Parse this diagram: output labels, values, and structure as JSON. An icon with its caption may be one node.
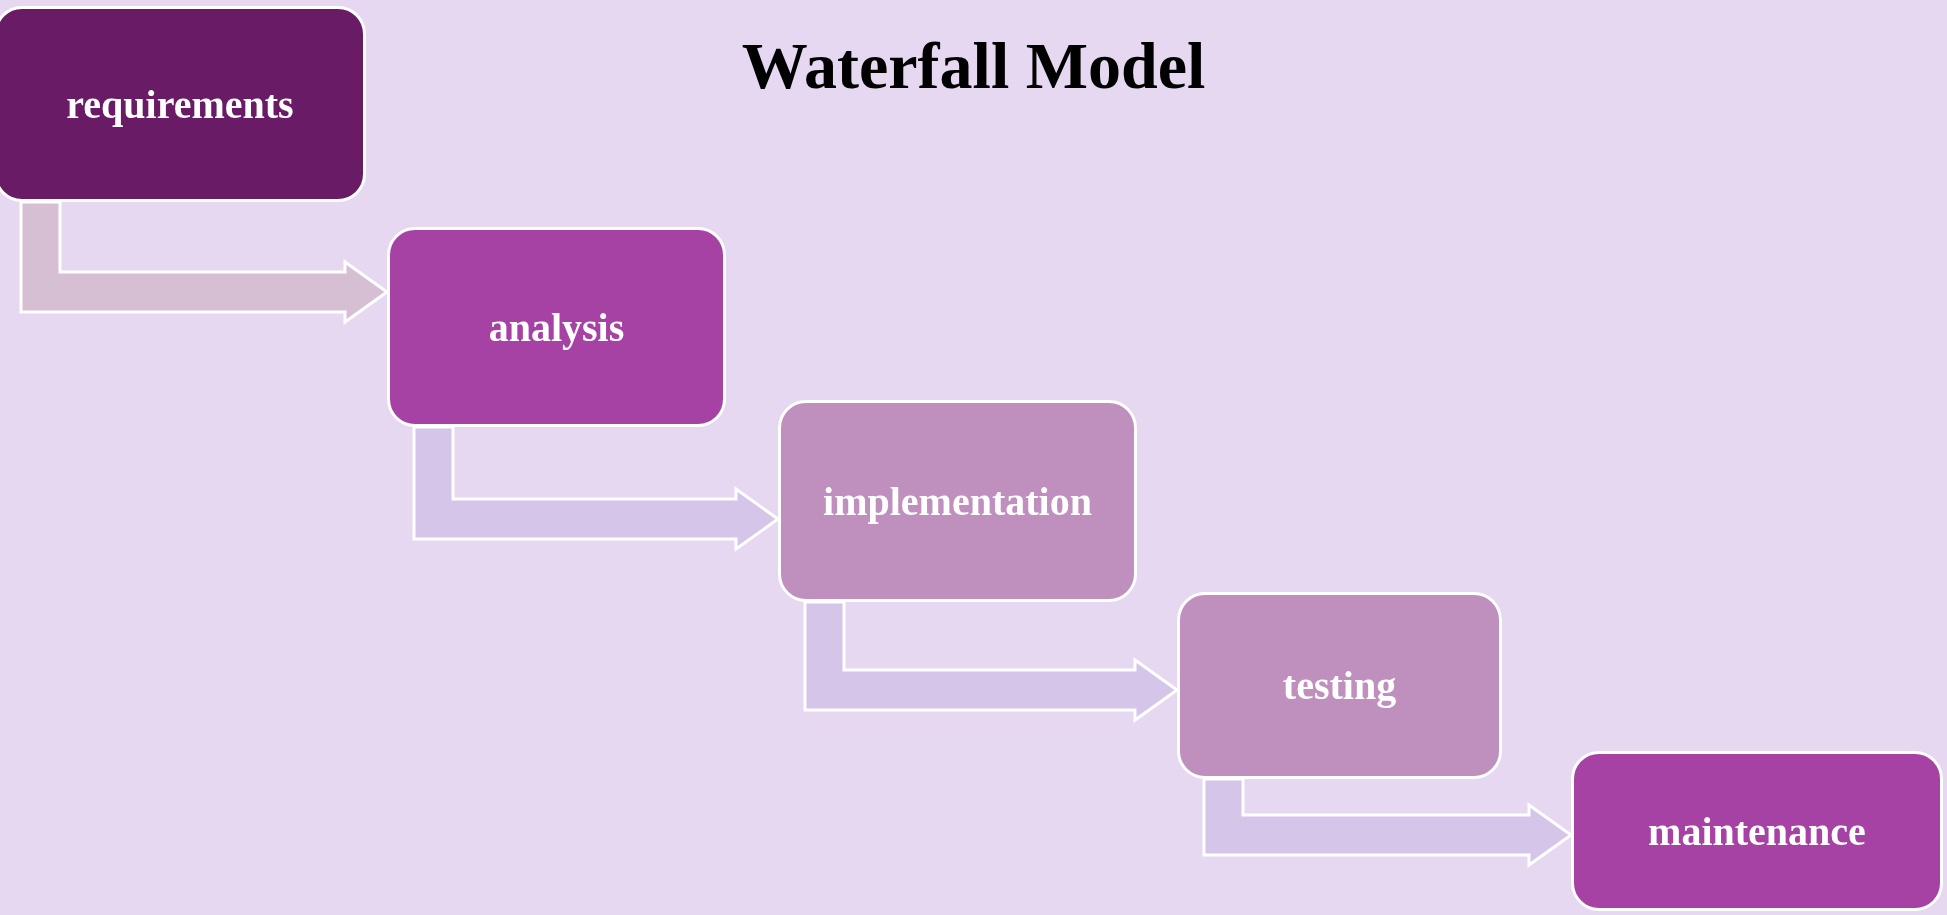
{
  "diagram": {
    "title": "Waterfall Model",
    "nodes": [
      {
        "text": [
          "requirements"
        ]
      },
      {
        "text": [
          "analysis"
        ]
      },
      {
        "text": [
          "implementation"
        ]
      },
      {
        "text": [
          "testing"
        ]
      },
      {
        "text": [
          "maintenance"
        ]
      }
    ],
    "edges": [
      {
        "from": 0,
        "to": 1,
        "arrow": "to",
        "color": "#d6bfd3"
      },
      {
        "from": 1,
        "to": 2,
        "arrow": "to"
      },
      {
        "from": 2,
        "to": 3,
        "arrow": "to"
      },
      {
        "from": 3,
        "to": 4,
        "arrow": "to"
      }
    ]
  }
}
